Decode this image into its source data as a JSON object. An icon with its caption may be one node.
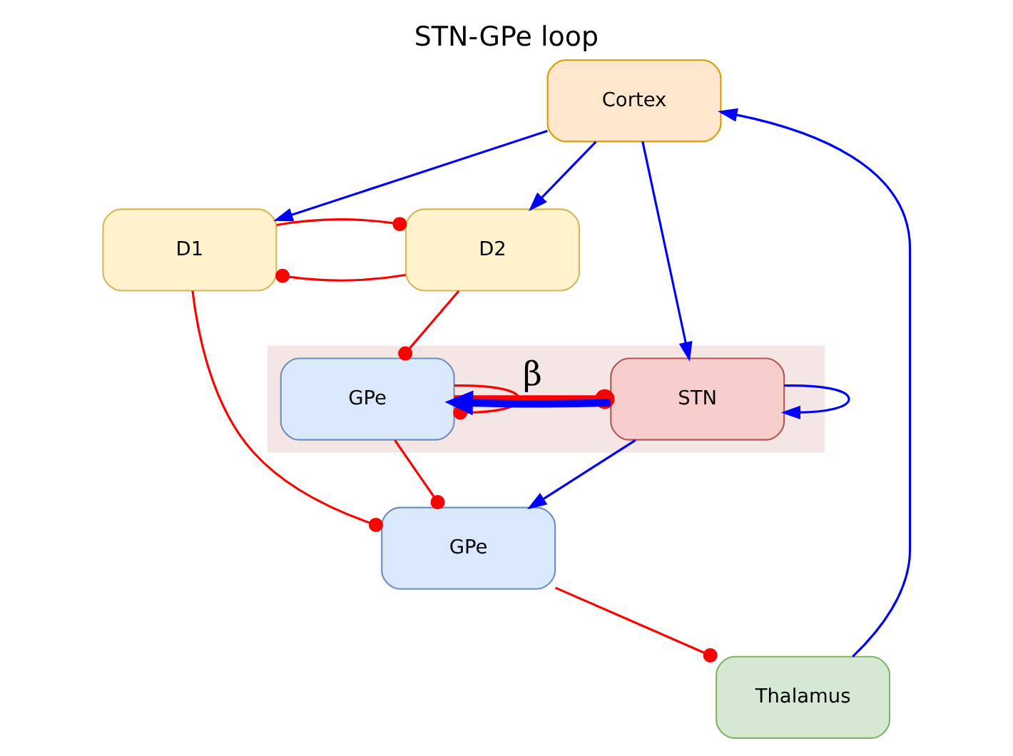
{
  "diagram": {
    "title": "STN-GPe loop",
    "nodes": [
      {
        "text": [
          "Cortex"
        ]
      },
      {
        "text": [
          "D1"
        ]
      },
      {
        "text": [
          "D2"
        ]
      },
      {
        "text": [
          "Thalamus"
        ]
      },
      {
        "text": [],
        "shape": "box"
      },
      {
        "text": [
          "GPe"
        ],
        "in": 4
      },
      {
        "text": [
          "STN"
        ],
        "in": 4
      },
      {
        "text": [
          "GPe"
        ]
      }
    ],
    "edges": [
      {
        "from": 0,
        "to": 1,
        "arrow": "to",
        "color": "#0000ff"
      },
      {
        "from": 0,
        "to": 2,
        "arrow": "to",
        "color": "#0000ff"
      },
      {
        "from": 0,
        "to": 6,
        "arrow": "to",
        "color": "#0000ff"
      },
      {
        "from": 3,
        "to": 0,
        "arrow": "to",
        "color": "#0000ff"
      },
      {
        "from": 2,
        "to": 1,
        "arrow": "other"
      },
      {
        "from": 1,
        "to": 2,
        "arrow": "other"
      },
      {
        "from": 1,
        "to": 7,
        "arrow": "other"
      },
      {
        "from": 2,
        "to": 5,
        "arrow": "other"
      },
      {
        "from": 5,
        "to": 5,
        "arrow": "other"
      },
      {
        "from": 5,
        "to": 6,
        "arrow": "other",
        "label": "β",
        "style": "thick"
      },
      {
        "from": 6,
        "to": 5,
        "arrow": "to",
        "style": "thick",
        "color": "#0000ff"
      },
      {
        "from": 6,
        "to": 6,
        "arrow": "to",
        "color": "#0000ff"
      },
      {
        "from": 5,
        "to": 7,
        "arrow": "other"
      },
      {
        "from": 7,
        "to": 3,
        "arrow": "other"
      },
      {
        "from": 6,
        "to": 7,
        "arrow": "to",
        "color": "#0000ff"
      }
    ]
  }
}
